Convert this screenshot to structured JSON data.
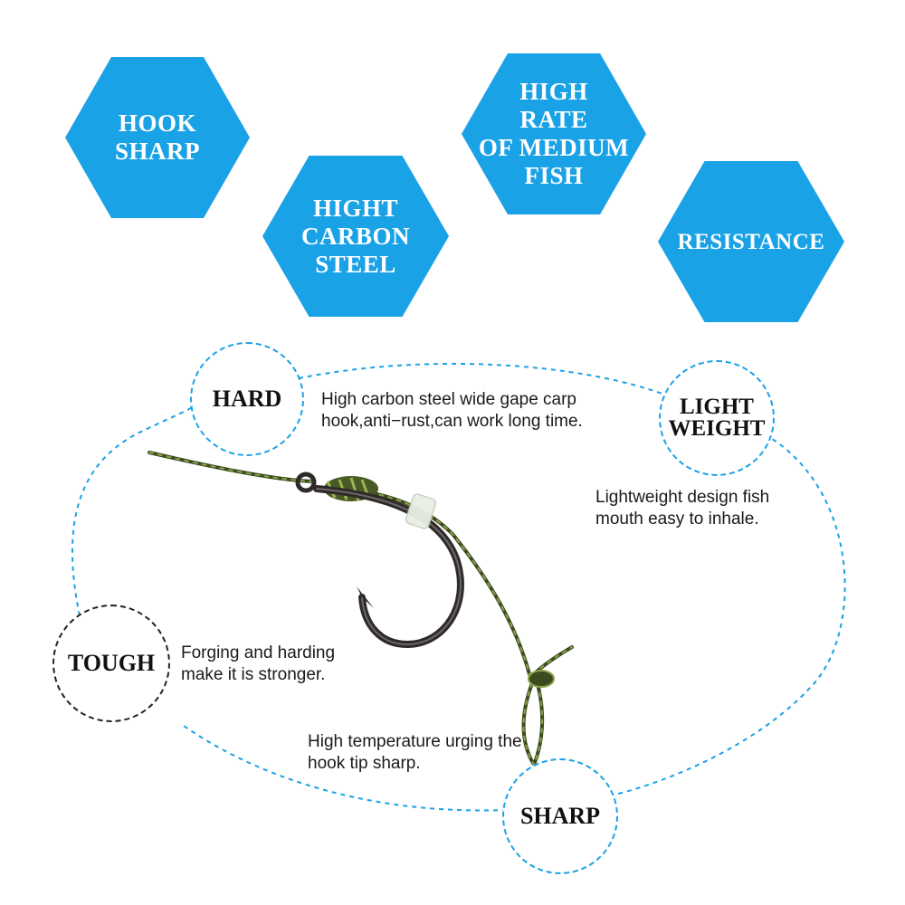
{
  "hexagons": {
    "hook_sharp": "HOOK\nSHARP",
    "carbon_steel": "HIGHT\nCARBON\nSTEEL",
    "high_rate": "HIGH\nRATE\nOF  MEDIUM\nFISH",
    "resistance": "RESISTANCE"
  },
  "features": {
    "hard": {
      "label": "HARD",
      "text": "High carbon steel wide gape carp hook,anti−rust,can work long time."
    },
    "light": {
      "label": "LIGHT\nWEIGHT",
      "text": "Lightweight design fish mouth easy to inhale."
    },
    "tough": {
      "label": "TOUGH",
      "text": "Forging and harding make it is stronger."
    },
    "sharp": {
      "label": "SHARP",
      "text": "High temperature urging the hook tip sharp."
    }
  },
  "colors": {
    "accent": "#1aa2e6",
    "line": "#5a6a2a",
    "hook": "#2f2a2a"
  }
}
